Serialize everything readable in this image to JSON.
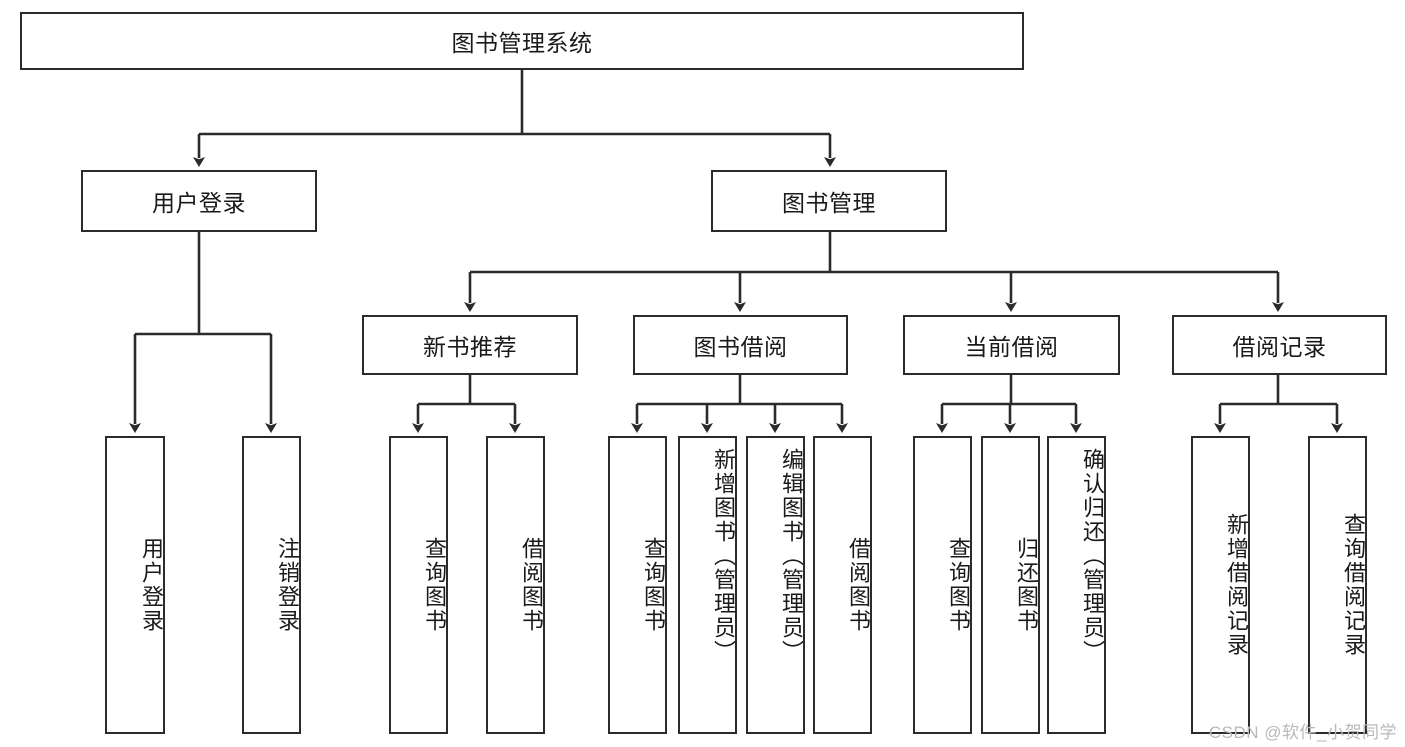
{
  "diagram": {
    "type": "tree-hierarchy",
    "title": "图书管理系统",
    "root": {
      "label": "图书管理系统",
      "children": [
        {
          "label": "用户登录",
          "children": [
            {
              "label": "用户登录"
            },
            {
              "label": "注销登录"
            }
          ]
        },
        {
          "label": "图书管理",
          "children": [
            {
              "label": "新书推荐",
              "children": [
                {
                  "label": "查询图书"
                },
                {
                  "label": "借阅图书"
                }
              ]
            },
            {
              "label": "图书借阅",
              "children": [
                {
                  "label": "查询图书"
                },
                {
                  "label": "新增图书（管理员）"
                },
                {
                  "label": "编辑图书（管理员）"
                },
                {
                  "label": "借阅图书"
                }
              ]
            },
            {
              "label": "当前借阅",
              "children": [
                {
                  "label": "查询图书"
                },
                {
                  "label": "归还图书"
                },
                {
                  "label": "确认归还（管理员）"
                }
              ]
            },
            {
              "label": "借阅记录",
              "children": [
                {
                  "label": "新增借阅记录"
                },
                {
                  "label": "查询借阅记录"
                }
              ]
            }
          ]
        }
      ]
    }
  },
  "nodes": {
    "root": "图书管理系统",
    "l2_user_login": "用户登录",
    "l2_book_manage": "图书管理",
    "l3_new_book_rec": "新书推荐",
    "l3_book_borrow": "图书借阅",
    "l3_current_borrow": "当前借阅",
    "l3_borrow_record": "借阅记录",
    "leaf_user_login": "用户登录",
    "leaf_logout": "注销登录",
    "leaf_query_book_1": "查询图书",
    "leaf_borrow_book_1": "借阅图书",
    "leaf_query_book_2": "查询图书",
    "leaf_add_book_admin": "新增图书（管理员）",
    "leaf_edit_book_admin": "编辑图书（管理员）",
    "leaf_borrow_book_2": "借阅图书",
    "leaf_query_book_3": "查询图书",
    "leaf_return_book": "归还图书",
    "leaf_confirm_return_admin": "确认归还（管理员）",
    "leaf_add_record": "新增借阅记录",
    "leaf_query_record": "查询借阅记录"
  },
  "watermark": "CSDN @软件_小贺同学",
  "colors": {
    "stroke": "#2b2b2b",
    "background": "#ffffff",
    "text": "#1a1a1a",
    "watermark": "#b9b9b9"
  }
}
